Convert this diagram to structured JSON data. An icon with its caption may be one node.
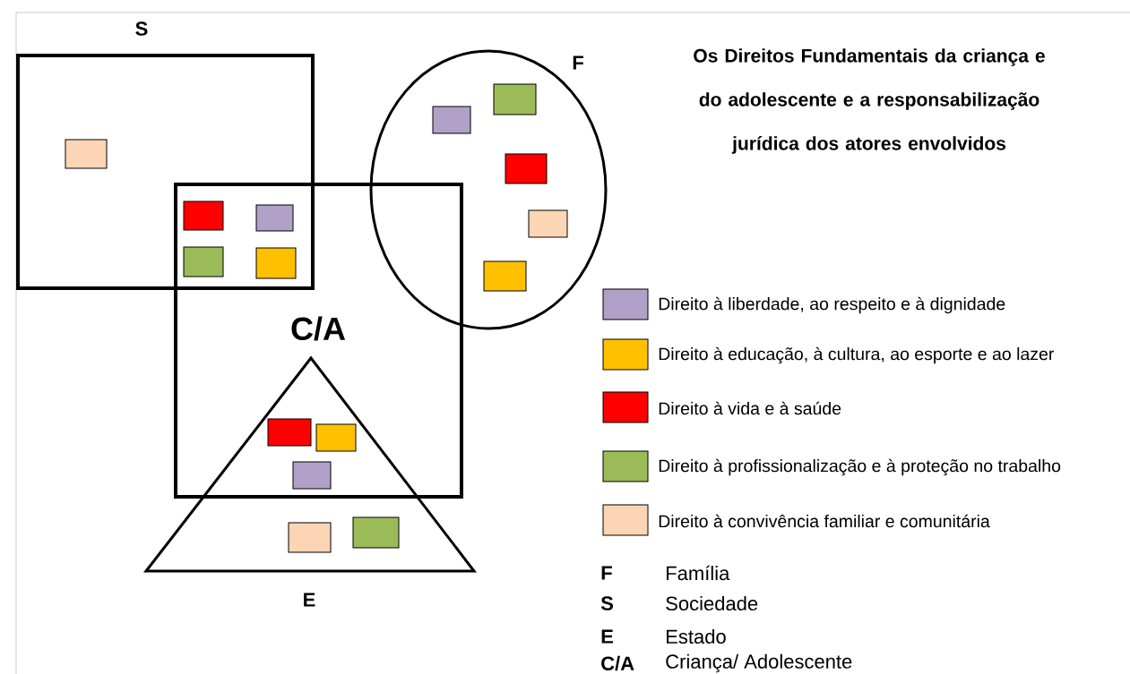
{
  "diagram": {
    "title": "Os Direitos Fundamentais da criança e do adolescente e a responsabilização jurídica dos atores envolvidos",
    "nodes": [
      {
        "text": [
          "S"
        ]
      },
      {
        "text": [
          "F"
        ]
      },
      {
        "text": [
          "C/A"
        ]
      },
      {
        "text": [
          "E"
        ]
      }
    ],
    "labels": [
      "F",
      "Família",
      "S",
      "Sociedade",
      "E",
      "Estado",
      "C/A",
      "Criança/ Adolescente"
    ],
    "legend": [
      {
        "text": "Direito à liberdade, ao respeito e à dignidade",
        "color": "#b1a0c7"
      },
      {
        "text": "Direito à educação, à cultura, ao esporte e ao lazer",
        "color": "#ffc000"
      },
      {
        "text": "Direito à vida e à saúde",
        "color": "#ff0000"
      },
      {
        "text": "Direito à profissionalização e à proteção no trabalho",
        "color": "#9bbb59"
      },
      {
        "text": "Direito à convivência familiar e comunitária",
        "color": "#fcd5b4"
      }
    ]
  }
}
